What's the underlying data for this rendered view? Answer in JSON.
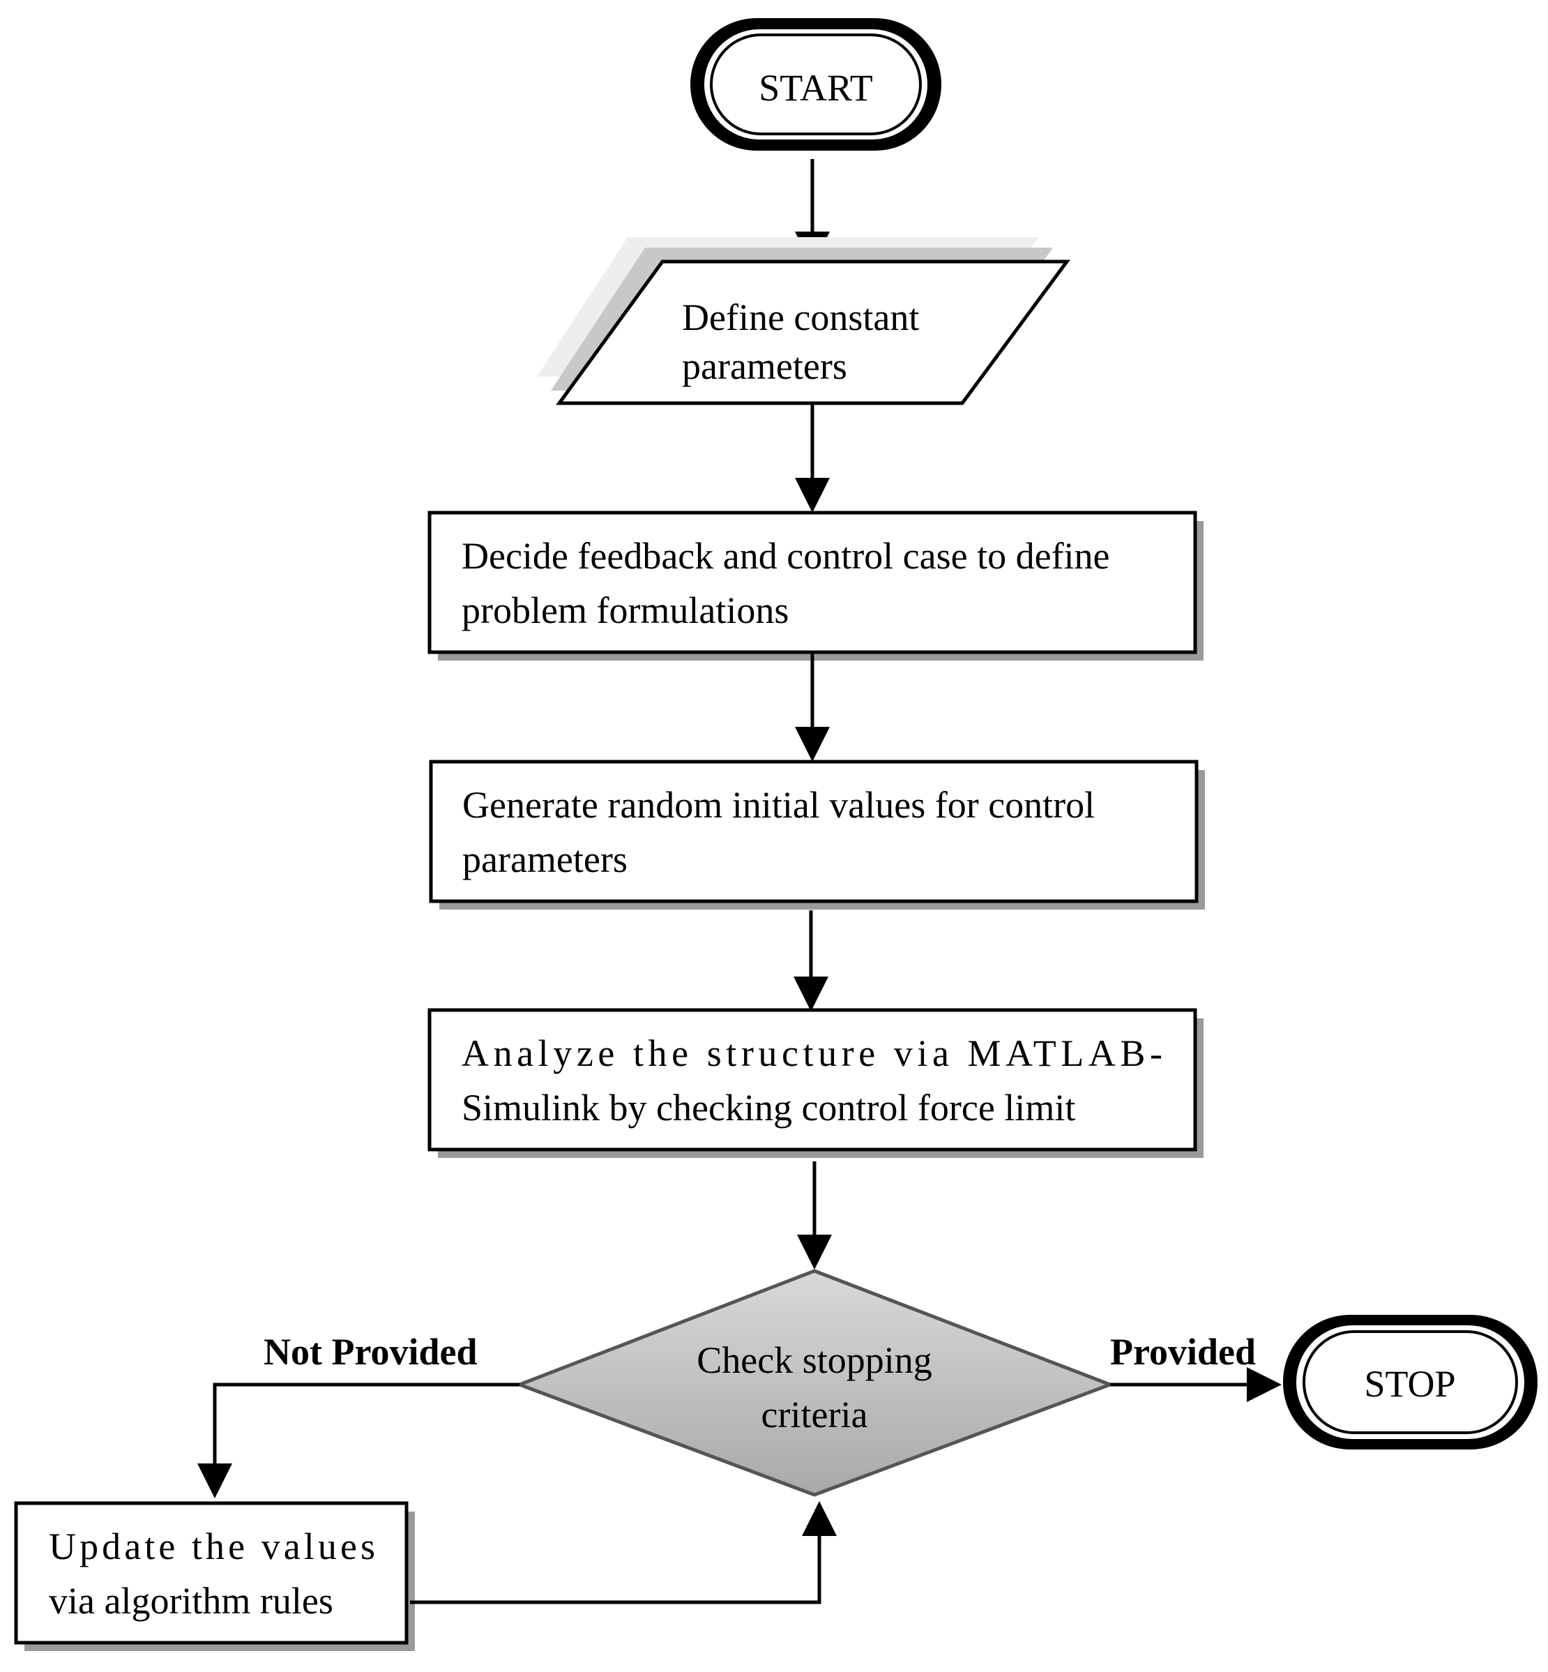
{
  "nodes": {
    "start": {
      "label": "START"
    },
    "define": {
      "lines": [
        "Define constant",
        "parameters"
      ]
    },
    "decide": {
      "lines": [
        "Decide feedback and control case to define",
        "problem formulations"
      ]
    },
    "generate": {
      "lines": [
        "Generate random initial values for control",
        "parameters"
      ]
    },
    "analyze": {
      "lines": [
        "Analyze   the   structure   via   MATLAB-",
        "Simulink by checking control force limit"
      ]
    },
    "check": {
      "lines": [
        "Check stopping",
        "criteria"
      ]
    },
    "stop": {
      "label": "STOP"
    },
    "update": {
      "lines": [
        "Update  the  values",
        "via algorithm rules"
      ]
    }
  },
  "edges": {
    "not_provided": "Not Provided",
    "provided": "Provided"
  }
}
